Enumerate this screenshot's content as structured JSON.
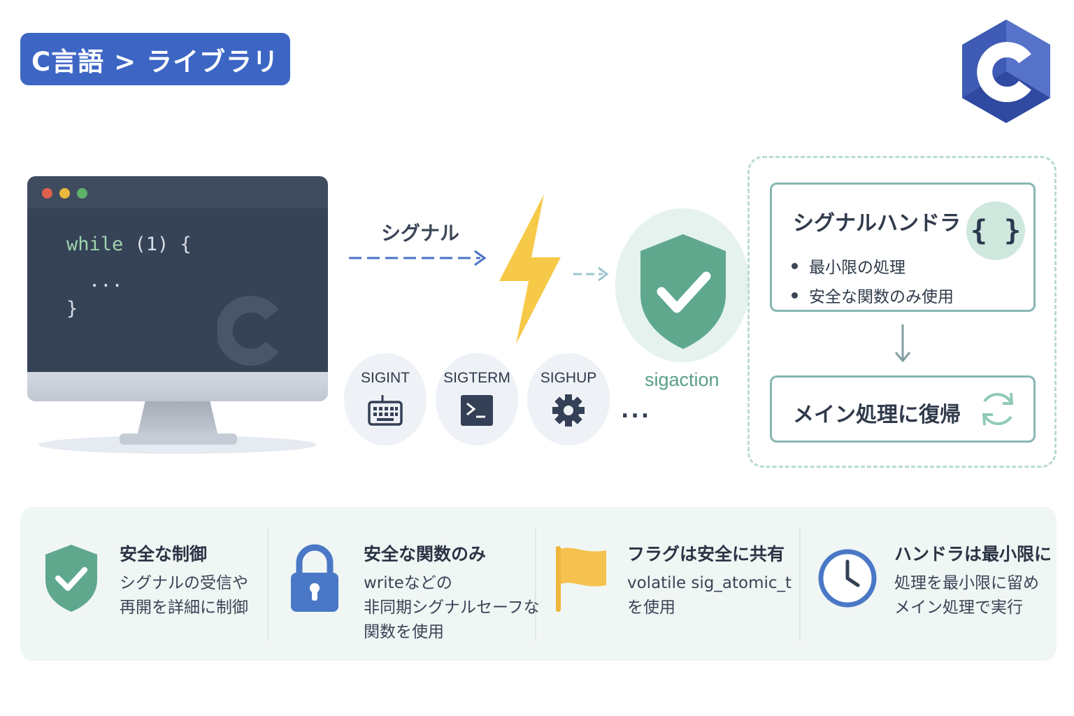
{
  "breadcrumb": "C言語 > ライブラリ",
  "code": {
    "line1_keyword": "while",
    "line1_rest": " (1) {",
    "line2": "...",
    "line3": "}"
  },
  "signal_label": "シグナル",
  "signals": [
    {
      "name": "SIGINT",
      "icon": "keyboard-icon"
    },
    {
      "name": "SIGTERM",
      "icon": "terminal-icon"
    },
    {
      "name": "SIGHUP",
      "icon": "gear-icon"
    }
  ],
  "signals_more": "...",
  "sigaction_label": "sigaction",
  "handler": {
    "title": "シグナルハンドラ",
    "brace": "{ }",
    "bullets": [
      "最小限の処理",
      "安全な関数のみ使用"
    ]
  },
  "return_label": "メイン処理に復帰",
  "features": [
    {
      "icon": "shield-check-icon",
      "title": "安全な制御",
      "desc": "シグナルの受信や\n再開を詳細に制御"
    },
    {
      "icon": "lock-icon",
      "title": "安全な関数のみ",
      "desc": "writeなどの\n非同期シグナルセーフな\n関数を使用"
    },
    {
      "icon": "flag-icon",
      "title": "フラグは安全に共有",
      "desc": "volatile sig_atomic_t\nを使用"
    },
    {
      "icon": "clock-icon",
      "title": "ハンドラは最小限に",
      "desc": "処理を最小限に留め\nメイン処理で実行"
    }
  ],
  "colors": {
    "accent_blue": "#3d66c4",
    "accent_green": "#5fa88e",
    "bolt_yellow": "#f7c948",
    "flag_yellow": "#f5c24f"
  }
}
